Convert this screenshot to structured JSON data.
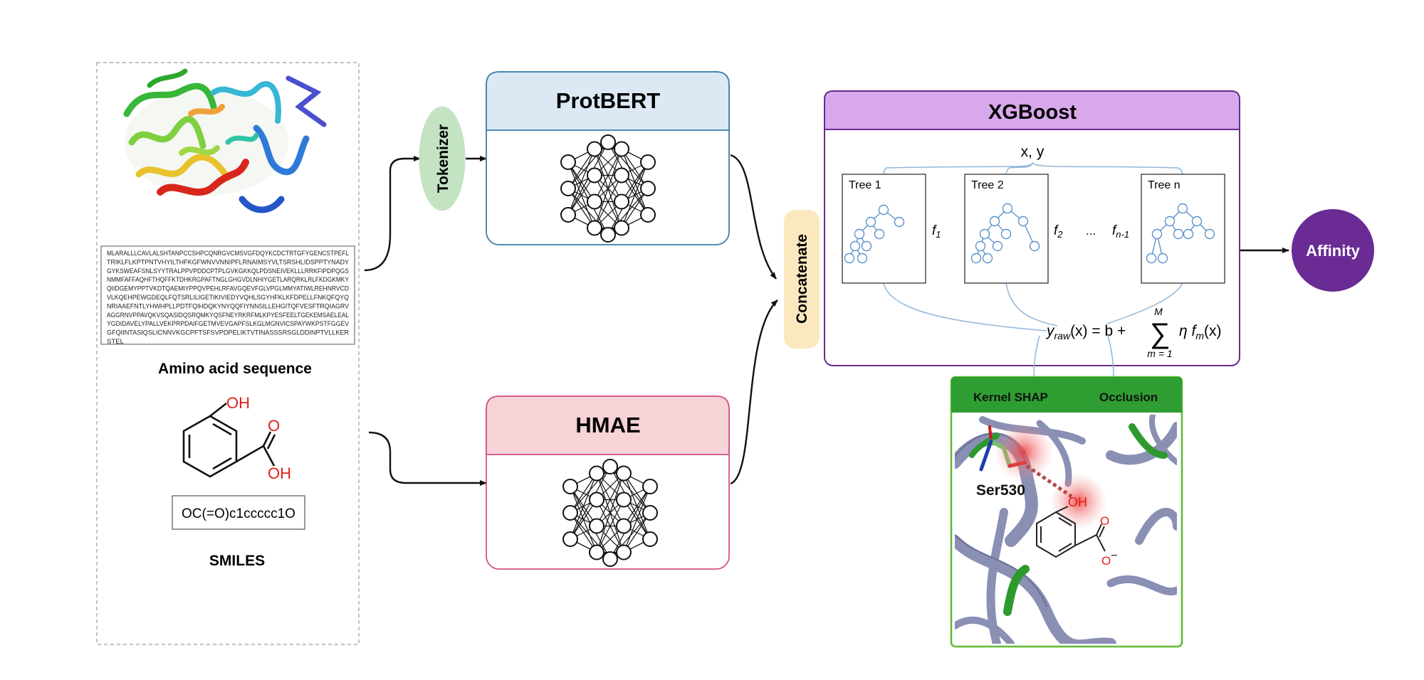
{
  "input_panel": {
    "sequence_lines": [
      "MLARALLLCAVLALSHTANPCCSHPCQNRGVCMSVGFDQYKCDCTRTGFYGENCSTPEFL",
      "TRIKLFLKPTPNTVHYILTHFKGFWNVVNNIPFLRNAIMSYVLTSRSHLIDSPPTYNADY",
      "GYKSWEAFSNLSYYTRALPPVPDDCPTPLGVKGKKQLPDSNEIVEKLLLRRKFIPDPQGS",
      "NMMFAFFAQHFTHQFFKTDHKRGPAFTNGLGHGVDLNHIYGETLARQRKLRLFKDGKMKY",
      "QIIDGEMYPPTVKDTQAEMIYPPQVPEHLRFAVGQEVFGLVPGLMMYATIWLREHNRVCD",
      "VLKQEHPEWGDEQLFQTSRLILIGETIKIVIEDYVQHLSGYHFKLKFDPELLFNKQFQYQ",
      "NRIAAEFNTLYHWHPLLPDTFQIHDQKYNYQQFIYNNSILLEHGITQFVESFTRQIAGRV",
      "AGGRNVPPAVQKVSQASIDQSRQMKYQSFNEYRKRFMLKPYESFEELTGEKEMSAELEAL",
      "YGDIDAVELYPALLVEKPRPDAIFGETMVEVGAPFSLKGLMGNVICSPAYWKPSTFGGEV",
      "GFQIINTASIQSLICNNVKGCPFTSFSVPDPELIKTVTINASSSRSGLDDINPTVLLKER",
      "STEL"
    ],
    "sequence_label": "Amino acid sequence",
    "smiles_string": "OC(=O)c1ccccc1O",
    "smiles_label": "SMILES",
    "mol_oh_top": "OH",
    "mol_o": "O",
    "mol_oh_bottom": "OH"
  },
  "tokenizer_label": "Tokenizer",
  "protbert": {
    "title": "ProtBERT",
    "header_color": "#dce9f5",
    "border_color": "#3b7fa8"
  },
  "hmae": {
    "title": "HMAE",
    "header_color": "#f5d3d7",
    "border_color": "#d64f86"
  },
  "concatenate_label": "Concatenate",
  "xgboost": {
    "title": "XGBoost",
    "header_color": "#d8a8ec",
    "border_color": "#6a2b8c",
    "input_label": "x, y",
    "trees": [
      "Tree 1",
      "Tree 2",
      "Tree n"
    ],
    "f_labels": {
      "f1_base": "f",
      "f1_sub": "1",
      "f2_base": "f",
      "f2_sub": "2",
      "fn_base": "f",
      "fn_sub": "n-1"
    },
    "ellipsis": "...",
    "formula": {
      "lhs_base": "y",
      "lhs_sub": "raw",
      "arg": "(x) = b +",
      "sum_top": "M",
      "sum_bottom": "m = 1",
      "term": "η f",
      "term_sub": "m",
      "term_arg": "(x)"
    }
  },
  "affinity": {
    "label": "Affinity",
    "color": "#6a2b94"
  },
  "explain": {
    "kernel_shap": "Kernel SHAP",
    "occlusion": "Occlusion",
    "header_color": "#2e9e32",
    "residue_label": "Ser530",
    "oh_label": "OH",
    "o_label": "O",
    "charge": "−"
  }
}
